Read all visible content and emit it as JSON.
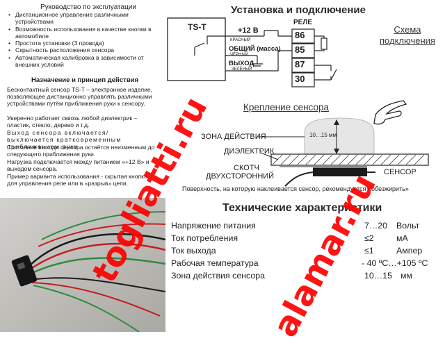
{
  "manual": {
    "title": "Руководство по эксплуатации",
    "features": [
      "Дистанционное управление различными устройствами",
      "Возможность использования в качестве кнопки в автомобиле",
      "Простота установки (3 провода)",
      "Скрытность расположения сенсора",
      "Автоматическая калибровка в зависимости от внешних условий"
    ],
    "principle_title": "Назначение и принцип действия",
    "paragraphs": [
      "Бесконтактный сенсор TS-T – электронное изделие, позволяющее дистанционно управлять различными устройствами путём приближения руки к сенсору.",
      "Уверенно работает сквозь любой диэлектрик – пластик, стекло, дерево и т.д.",
      "Выход сенсора включается/выключается кратковременным приближением руки.",
      "Состояние выхода сенсора остаётся неизменным до следующего приближения руки.",
      "Нагрузка подключается между питанием «+12 В» и выходом сенсора.",
      "Пример варианта использования - скрытая кнопка для управления реле или в «разрыв» цепи."
    ]
  },
  "install": {
    "title": "Установка и подключение",
    "schema_line1": "Схема",
    "schema_line2": "подключения",
    "device": "TS-T",
    "plus12": "+12 В",
    "rele": "РЕЛЕ",
    "wire_red": "КРАСНЫЙ",
    "common": "ОБЩИЙ (масса)",
    "wire_black": "ЧЁРНЫЙ",
    "output": "ВЫХОД",
    "wire_green": "ЗЕЛЁНЫЙ",
    "pins": [
      "86",
      "85",
      "87",
      "30"
    ]
  },
  "mount": {
    "title": "Крепление сенсора",
    "zone": "ЗОНА ДЕЙСТВИЯ",
    "range": "10…15 мм",
    "dielectric": "ДИЭЛЕКТРИК",
    "tape1": "СКОТЧ",
    "tape2": "ДВУХСТОРОННИЙ",
    "sensor": "СЕНСОР",
    "note": "Поверхность, на которую наклеивается сенсор, рекомендуется «обезжирить»"
  },
  "tech": {
    "title": "Технические характеристики",
    "rows": [
      {
        "name": "Напряжение питания",
        "value": "7…20",
        "unit": "Вольт"
      },
      {
        "name": "Ток потребления",
        "value": "≤2",
        "unit": "мА"
      },
      {
        "name": "Ток выхода",
        "value": "≤1",
        "unit": "Ампер"
      },
      {
        "name": "Рабочая температура",
        "value": "- 40 ºС…+105 ºС",
        "unit": ""
      },
      {
        "name": "Зона действия сенсора",
        "value": "10…15",
        "unit": "мм"
      }
    ]
  },
  "watermarks": [
    "togliatti.ru",
    "alamar.ru"
  ],
  "colors": {
    "watermark": "#ff0000",
    "text": "#1e1e1e"
  }
}
